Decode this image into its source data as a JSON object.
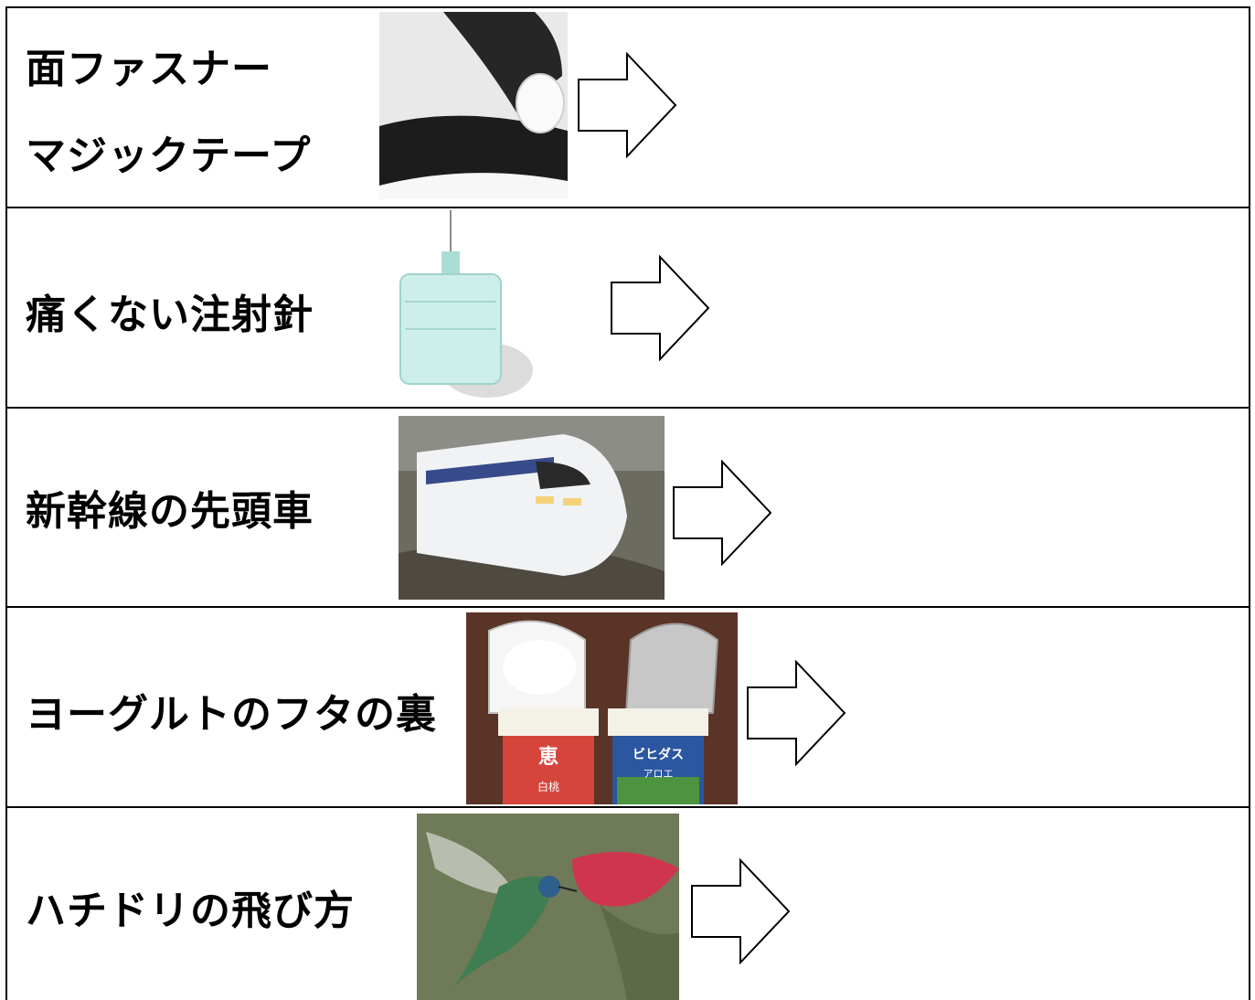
{
  "rows": [
    {
      "lines": [
        "面ファスナー",
        "マジックテープ"
      ],
      "photo": "hook-and-loop-fastener-photo"
    },
    {
      "lines": [
        "痛くない注射針"
      ],
      "photo": "painless-injection-needle-photo"
    },
    {
      "lines": [
        "新幹線の先頭車"
      ],
      "photo": "shinkansen-lead-car-photo"
    },
    {
      "lines": [
        "ヨーグルトのフタの裏"
      ],
      "photo": "yogurt-lid-underside-photo",
      "product_labels": [
        "恵",
        "ビヒダス",
        "アロエ",
        "白桃"
      ]
    },
    {
      "lines": [
        "ハチドリの飛び方"
      ],
      "photo": "hummingbird-flight-photo"
    }
  ],
  "colors": {
    "border": "#000000",
    "arrow_fill": "#ffffff",
    "text": "#000000"
  },
  "arrow_icon": "right-outline-arrow-icon"
}
